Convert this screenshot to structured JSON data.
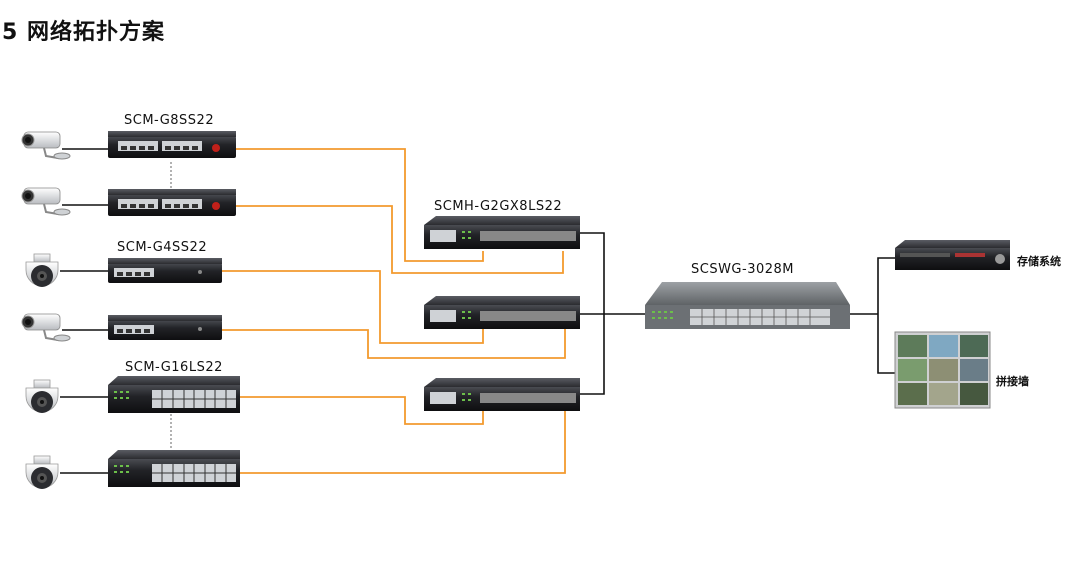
{
  "title": "5 网络拓扑方案",
  "labels": {
    "g8ss22": "SCM-G8SS22",
    "g4ss22": "SCM-G4SS22",
    "g16ls22": "SCM-G16LS22",
    "g2gx8ls22": "SCMH-G2GX8LS22",
    "core": "SCSWG-3028M",
    "storage": "存储系统",
    "videowall": "拼接墙"
  },
  "colors": {
    "fiber": "#f39a2e",
    "copper": "#111111",
    "device": "#1e1f22"
  }
}
